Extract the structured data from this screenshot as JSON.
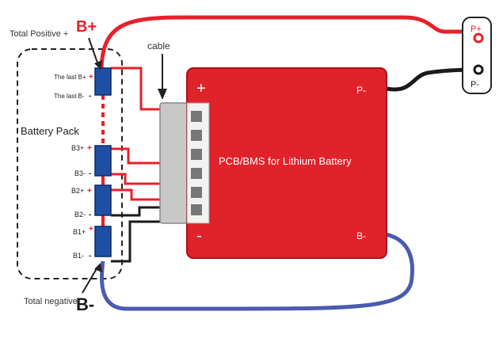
{
  "labels": {
    "total_positive_prefix": "Total Positive +",
    "b_plus": "B+",
    "total_negative_prefix": "Total negative-",
    "b_minus": "B-",
    "cable": "cable",
    "battery_pack": "Battery Pack",
    "pcb_title": "PCB/BMS for Lithium Battery",
    "pcb_plus": "+",
    "pcb_minus": "-",
    "pcb_p_minus": "P-",
    "pcb_b_minus": "B-",
    "terminal_p_plus": "P+",
    "terminal_p_minus": "P-"
  },
  "cells": [
    {
      "pos": "The last B+",
      "pos_sign": "+",
      "neg": "The last B-",
      "neg_sign": "-"
    },
    {
      "pos": "B3+",
      "pos_sign": "+",
      "neg": "B3-",
      "neg_sign": "-"
    },
    {
      "pos": "B2+",
      "pos_sign": "+",
      "neg": "B2-",
      "neg_sign": "-"
    },
    {
      "pos": "B1+",
      "pos_sign": "+",
      "neg": "B1-",
      "neg_sign": "-"
    }
  ],
  "colors": {
    "pcb": "#e0222b",
    "cell": "#1f4fa3",
    "red_wire": "#e8202a",
    "black_wire": "#1a1a1a",
    "blue_wire": "#4a5bb0",
    "connector": "#c8c8c8"
  }
}
